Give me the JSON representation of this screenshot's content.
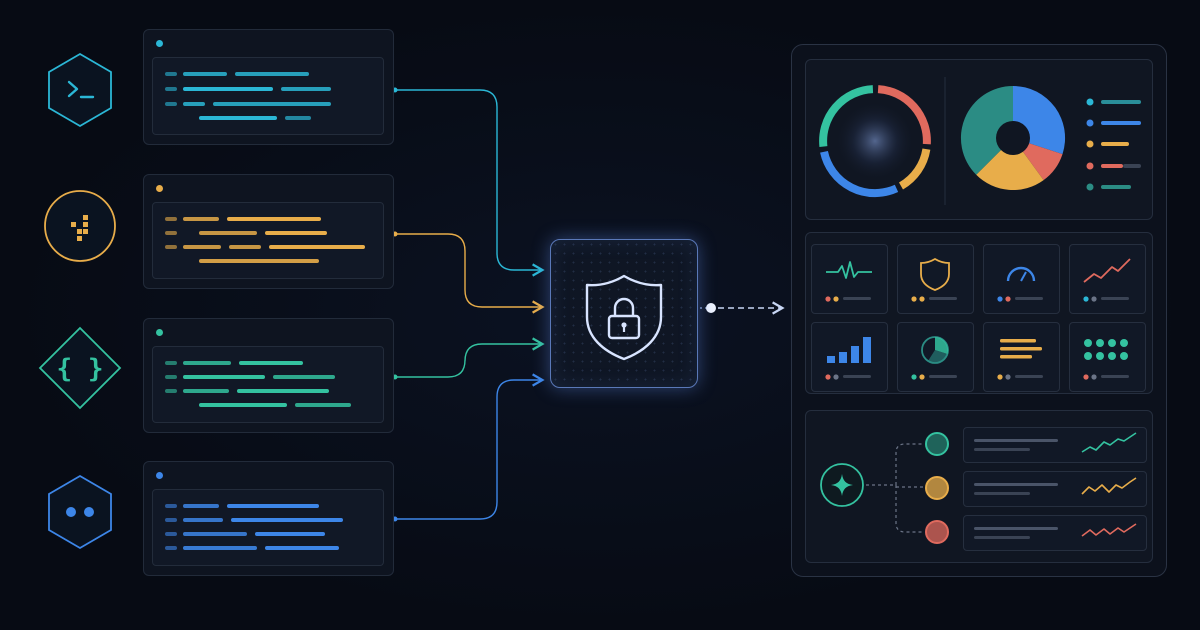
{
  "colors": {
    "terminal": "#2bb7d6",
    "dots": "#e8ad4a",
    "code": "#34c2a0",
    "api": "#3d86e8",
    "hub": "#7ea4ee",
    "red": "#e06a5e"
  },
  "sources": [
    {
      "icon": "terminal-icon",
      "shape": "hexagon"
    },
    {
      "icon": "grid-dots-icon",
      "shape": "circle"
    },
    {
      "icon": "curly-braces-icon",
      "shape": "diamond"
    },
    {
      "icon": "two-dots-icon",
      "shape": "hexagon"
    }
  ],
  "hub": {
    "icon": "shield-lock-icon"
  },
  "dashboard": {
    "charts": [
      "donut-ring-chart",
      "pie-chart"
    ],
    "tiles": [
      "pulse-icon",
      "shield-icon",
      "gauge-icon",
      "trend-up-icon",
      "bar-chart-icon",
      "pie-slice-icon",
      "list-lines-icon",
      "dot-grid-icon"
    ],
    "ai": {
      "icon": "sparkle-icon",
      "rows": [
        "teal",
        "yellow",
        "red"
      ]
    }
  }
}
